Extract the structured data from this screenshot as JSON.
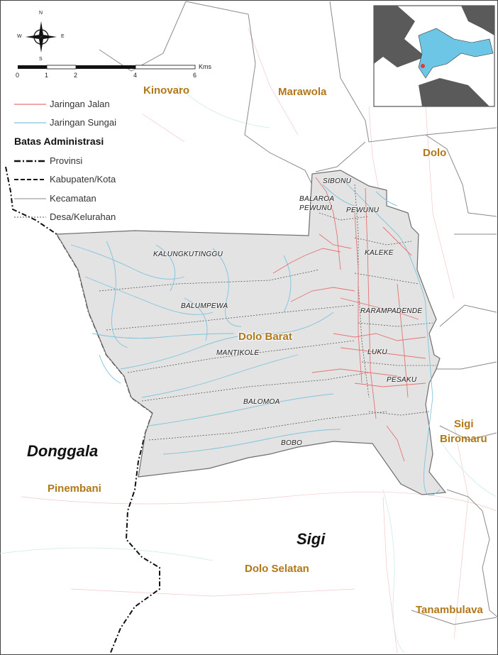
{
  "compass": {
    "n": "N",
    "s": "S",
    "e": "E",
    "w": "W"
  },
  "scale": {
    "ticks": [
      "0",
      "1",
      "2",
      "4",
      "6"
    ],
    "unit": "Kms"
  },
  "legend": {
    "road": "Jaringan Jalan",
    "river": "Jaringan Sungai",
    "admin_title": "Batas Administrasi",
    "province": "Provinsi",
    "regency": "Kabupaten/Kota",
    "district": "Kecamatan",
    "village": "Desa/Kelurahan"
  },
  "colors": {
    "road": "#e57373",
    "river": "#7fc4dc",
    "study_fill": "#e4e4e4",
    "district_label": "#b07818",
    "inset_land": "#5a5a5a",
    "inset_sulawesi": "#6ec6e6",
    "inset_marker": "#e53935"
  },
  "districts": {
    "kinovaro": "Kinovaro",
    "marawola": "Marawola",
    "dolo": "Dolo",
    "dolo_barat": "Dolo Barat",
    "sigi_biromaru_1": "Sigi",
    "sigi_biromaru_2": "Biromaru",
    "pinembani": "Pinembani",
    "dolo_selatan": "Dolo Selatan",
    "tanambulava": "Tanambulava"
  },
  "regencies": {
    "donggala": "Donggala",
    "sigi": "Sigi"
  },
  "villages": {
    "sibonu": "SIBONU",
    "balaroa_1": "BALAROA",
    "balaroa_2": "PEWUNU",
    "pewunu": "PEWUNU",
    "kalungkutinggu": "KALUNGKUTINGGU",
    "kaleke": "KALEKE",
    "balumpewa": "BALUMPEWA",
    "rarampadende": "RARAMPADENDE",
    "mantikole": "MANTIKOLE",
    "luku": "LUKU",
    "pesaku": "PESAKU",
    "balomoa": "BALOMOA",
    "bobo": "BOBO"
  }
}
